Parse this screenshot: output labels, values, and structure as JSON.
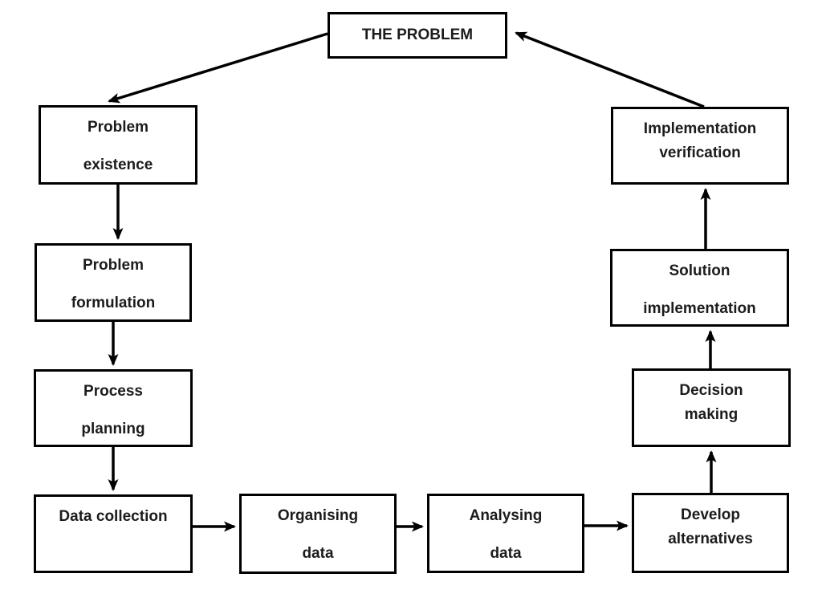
{
  "diagram": {
    "background_color": "#ffffff",
    "line_color": "#000000",
    "text_color": "#1c1c1c"
  },
  "nodes": {
    "the_problem": {
      "label": "THE PROBLEM"
    },
    "problem_existence": {
      "line1": "Problem",
      "line2": "existence"
    },
    "problem_formulation": {
      "line1": "Problem",
      "line2": "formulation"
    },
    "process_planning": {
      "line1": "Process",
      "line2": "planning"
    },
    "data_collection": {
      "label": "Data collection"
    },
    "organising_data": {
      "line1": "Organising",
      "line2": "data"
    },
    "analysing_data": {
      "line1": "Analysing",
      "line2": "data"
    },
    "develop_alternatives": {
      "line1": "Develop",
      "line2": "alternatives"
    },
    "decision_making": {
      "line1": "Decision",
      "line2": "making"
    },
    "solution_implementation": {
      "line1": "Solution",
      "line2": "implementation"
    },
    "implementation_verification": {
      "line1": "Implementation",
      "line2": "verification"
    }
  },
  "edges": [
    {
      "from": "THE PROBLEM",
      "to": "Problem existence"
    },
    {
      "from": "Problem existence",
      "to": "Problem formulation"
    },
    {
      "from": "Problem formulation",
      "to": "Process planning"
    },
    {
      "from": "Process planning",
      "to": "Data collection"
    },
    {
      "from": "Data collection",
      "to": "Organising data"
    },
    {
      "from": "Organising data",
      "to": "Analysing data"
    },
    {
      "from": "Analysing data",
      "to": "Develop alternatives"
    },
    {
      "from": "Develop alternatives",
      "to": "Decision making"
    },
    {
      "from": "Decision making",
      "to": "Solution implementation"
    },
    {
      "from": "Solution implementation",
      "to": "Implementation verification"
    },
    {
      "from": "Implementation verification",
      "to": "THE PROBLEM"
    }
  ]
}
